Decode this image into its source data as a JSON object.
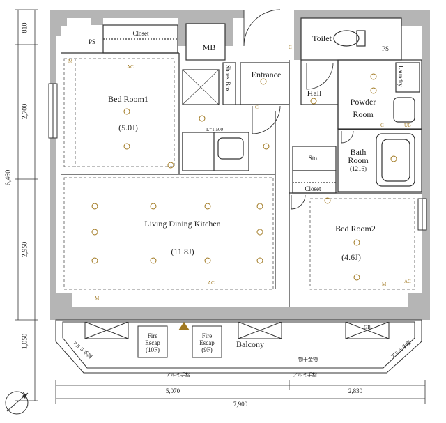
{
  "rooms": {
    "bed1": {
      "name": "Bed Room1",
      "size": "(5.0J)"
    },
    "ldk": {
      "name": "Living Dining Kitchen",
      "size": "(11.8J)"
    },
    "bed2": {
      "name": "Bed Room2",
      "size": "(4.6J)"
    },
    "entrance": "Entrance",
    "shoes_box": "Shoes Box",
    "toilet": "Toilet",
    "hall": "Hall",
    "powder_line1": "Powder",
    "powder_line2": "Room",
    "bath_line1": "Bath",
    "bath_line2": "Room",
    "bath_size": "(1216)",
    "laundry": "Laundry",
    "sto": "Sto.",
    "closet_top": "Closet",
    "closet_bed2": "Closet",
    "mb": "MB",
    "balcony": "Balcony",
    "ps_left": "PS",
    "ps_right": "PS",
    "kitchen_len": "L=1,500"
  },
  "balcony_items": {
    "fire1": [
      "Fire",
      "Escap",
      "(10F)"
    ],
    "fire2": [
      "Fire",
      "Escap",
      "(9F)"
    ],
    "gb": "GB"
  },
  "rail_labels": {
    "left": "アルミ手摺",
    "bottom_left": "アルミ手摺",
    "bottom_right": "アルミ手摺",
    "right": "アルミ手摺",
    "hardware": "物干金物"
  },
  "dims": {
    "vertical": [
      "810",
      "2,700",
      "2,950",
      "1,050"
    ],
    "vertical_total": "6,460",
    "bottom_left": "5,070",
    "bottom_right": "2,830",
    "bottom_total": "7,900"
  },
  "symbols": {
    "ac1": "AC",
    "ac2": "AC",
    "ac3": "AC",
    "m1": "M",
    "m2": "M",
    "m3": "M",
    "ub": "UB",
    "c1": "C",
    "c2": "C",
    "c3": "C",
    "compass": "N"
  },
  "colors": {
    "wall": "#b5b5b5",
    "fixture": "#a07820",
    "line": "#333333"
  }
}
